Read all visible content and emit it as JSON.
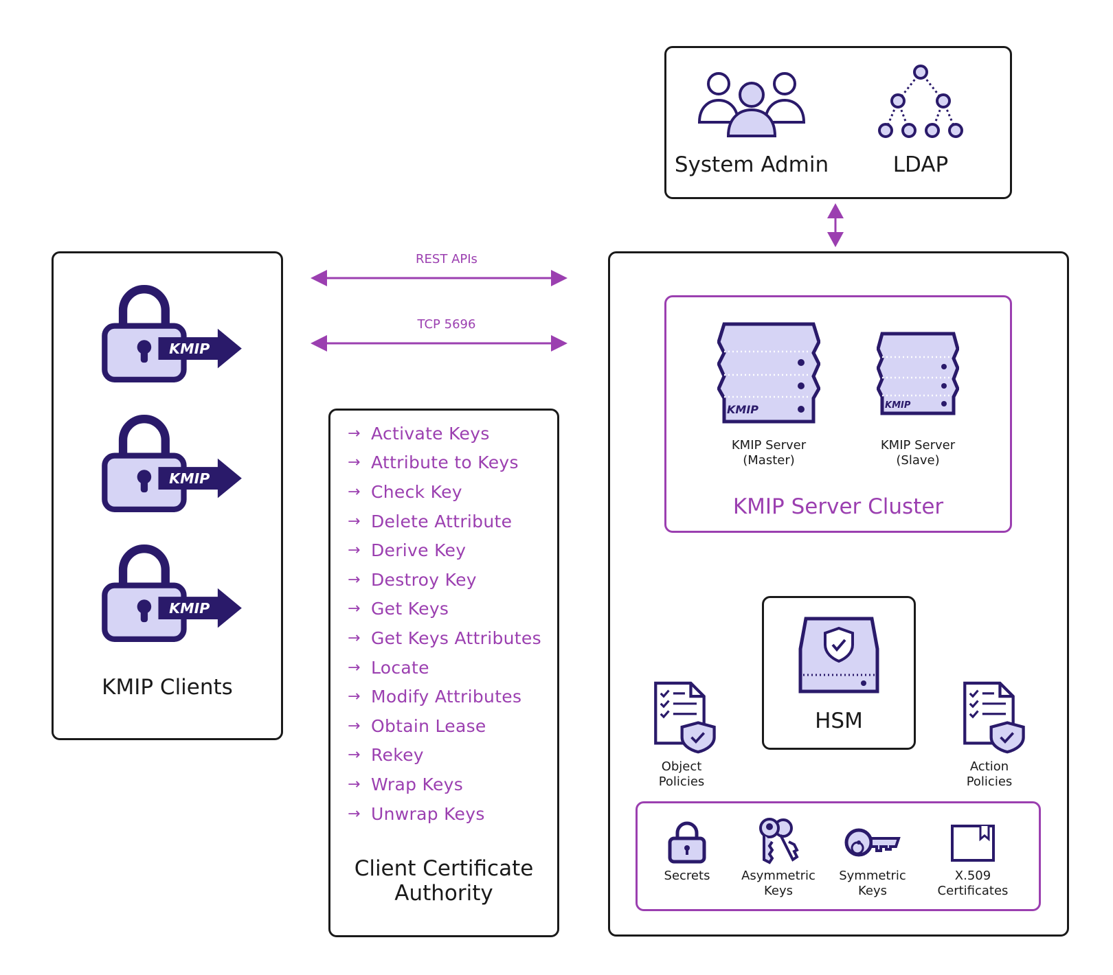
{
  "colors": {
    "accent": "#9b3fb0",
    "ink": "#2a1a6a",
    "fill": "#d6d4f5",
    "border": "#1a1a1a"
  },
  "clients": {
    "title": "KMIP Clients",
    "badge": "KMIP",
    "icon": "lock-kmip-icon"
  },
  "connections": {
    "rest": "REST APIs",
    "tcp": "TCP 5696"
  },
  "operations": {
    "items": [
      "Activate Keys",
      "Attribute to Keys",
      "Check Key",
      "Delete Attribute",
      "Derive Key",
      "Destroy Key",
      "Get Keys",
      "Get Keys Attributes",
      "Locate",
      "Modify Attributes",
      "Obtain Lease",
      "Rekey",
      "Wrap Keys",
      "Unwrap Keys"
    ],
    "arrow_glyph": "→",
    "title_line1": "Client Certificate",
    "title_line2": "Authority"
  },
  "admin": {
    "system_admin": "System Admin",
    "ldap": "LDAP"
  },
  "cluster": {
    "title": "KMIP Server Cluster",
    "badge": "KMIP",
    "master_line1": "KMIP Server",
    "master_line2": "(Master)",
    "slave_line1": "KMIP Server",
    "slave_line2": "(Slave)"
  },
  "hsm": {
    "label": "HSM"
  },
  "policies": {
    "object_line1": "Object",
    "object_line2": "Policies",
    "action_line1": "Action",
    "action_line2": "Policies"
  },
  "objects": {
    "secrets": "Secrets",
    "asym_line1": "Asymmetric",
    "asym_line2": "Keys",
    "sym_line1": "Symmetric",
    "sym_line2": "Keys",
    "x509_line1": "X.509",
    "x509_line2": "Certificates"
  }
}
